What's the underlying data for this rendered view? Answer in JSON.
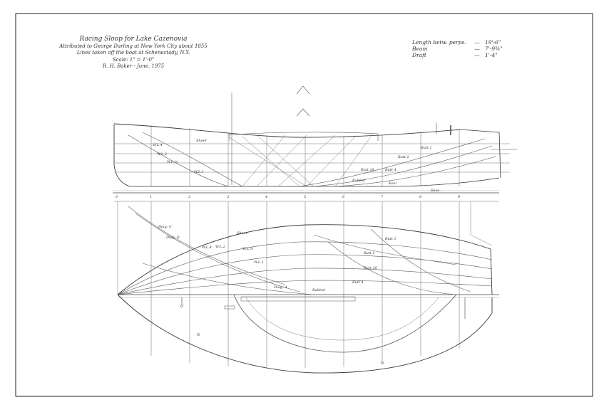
{
  "title": {
    "line1": "Racing Sloop for Lake Cazenovia",
    "line2": "Attributed to George Darling at New York City about 1855",
    "line3": "Lines taken off the boat at Schenectady, N.Y.",
    "line4": "Scale: 1\" = 1'-0\"",
    "line5": "R. H. Baker - June, 1975"
  },
  "specs": [
    {
      "label": "Length betw. perps.",
      "value": "19'-6\""
    },
    {
      "label": "Beam",
      "value": "7'-9¾\""
    },
    {
      "label": "Draft",
      "value": "1'-4\""
    }
  ],
  "profile_labels": {
    "sheer": "Sheer",
    "wl4": "W.L.4",
    "wl2": "W.L.2",
    "wl1": "W.L.1",
    "wl_half": "W.L.½",
    "butt1": "Butt 1",
    "butt2": "Butt 2",
    "butt4": "Butt 4",
    "butt18": "Butt 18",
    "rabbet": "Rabbet",
    "keel": "Keel",
    "base": "Base"
  },
  "plan_labels": {
    "sheer": "Sheer",
    "wl4": "W.L.4",
    "wl2": "W.L.2",
    "wl1": "W.L.1",
    "wl_half": "W.L.½",
    "diag_c": "Diag. C",
    "diag_b": "Diag. B",
    "diag_a": "Diag. A",
    "rabbet": "Rabbet",
    "butt1": "Butt 1",
    "butt2": "Butt 2",
    "butt4": "Butt 4",
    "butt18": "Butt 18"
  },
  "station_numbers": [
    "0",
    "1",
    "2",
    "3",
    "4",
    "5",
    "6",
    "7",
    "8",
    "9"
  ]
}
